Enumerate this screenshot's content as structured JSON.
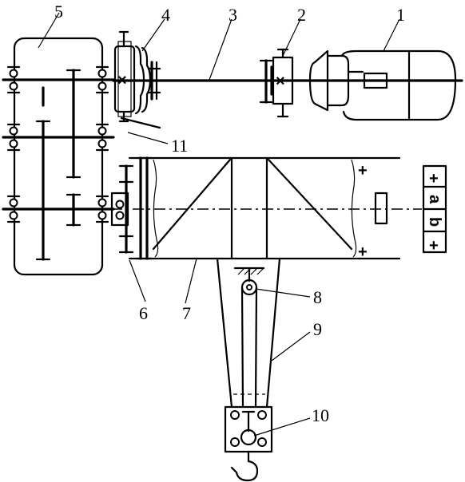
{
  "labels": {
    "l1": "1",
    "l2": "2",
    "l3": "3",
    "l4": "4",
    "l5": "5",
    "l6": "6",
    "l7": "7",
    "l8": "8",
    "l9": "9",
    "l10": "10",
    "l11": "11"
  },
  "symbols": {
    "plus": "+",
    "cross": "×",
    "cell_a": "a",
    "cell_b": "b"
  }
}
